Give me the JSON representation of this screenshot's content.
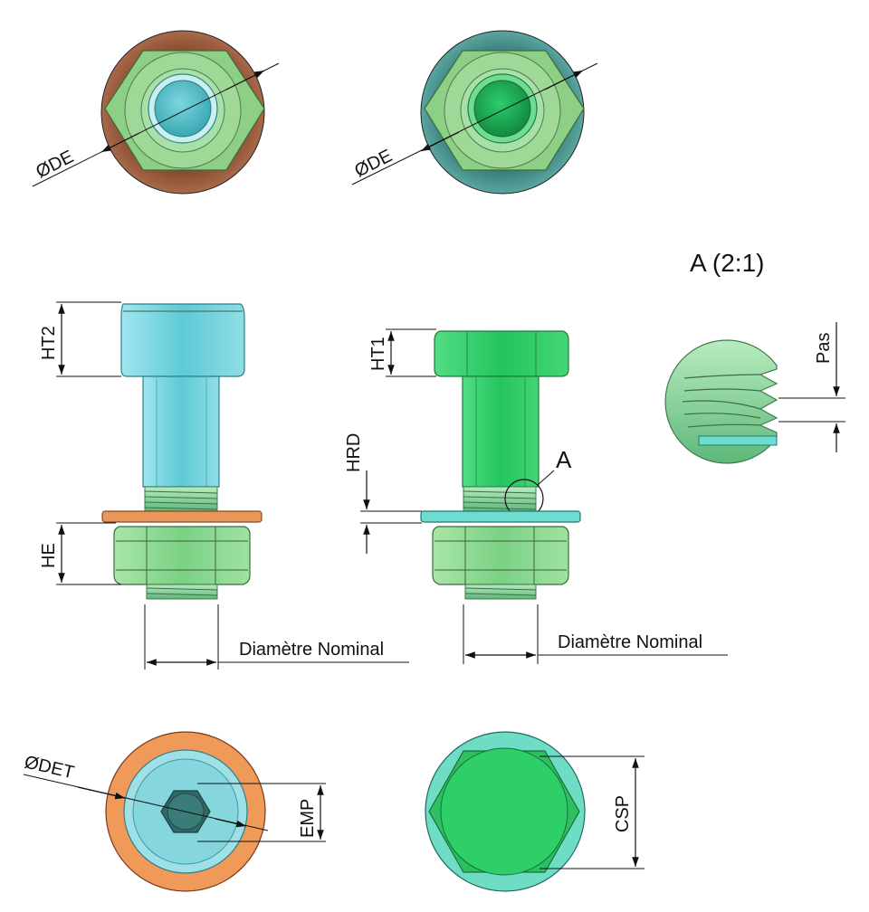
{
  "labels": {
    "diameter_top_left": "ØDE",
    "diameter_top_right": "ØDE",
    "detail_title": "A (2:1)",
    "ht2": "HT2",
    "ht1": "HT1",
    "hrd": "HRD",
    "he": "HE",
    "detail_marker": "A",
    "pitch": "Pas",
    "nominal_left": "Diamètre Nominal",
    "nominal_right": "Diamètre Nominal",
    "det": "ØDET",
    "emp": "EMP",
    "csp": "CSP"
  },
  "colors": {
    "green_light": "#7ed08a",
    "green_bright": "#2fd06a",
    "cyan": "#6fd6c8",
    "teal_dark": "#2f6f6a",
    "copper": "#8a4a2e",
    "orange": "#f0a060",
    "outline": "#111111"
  }
}
